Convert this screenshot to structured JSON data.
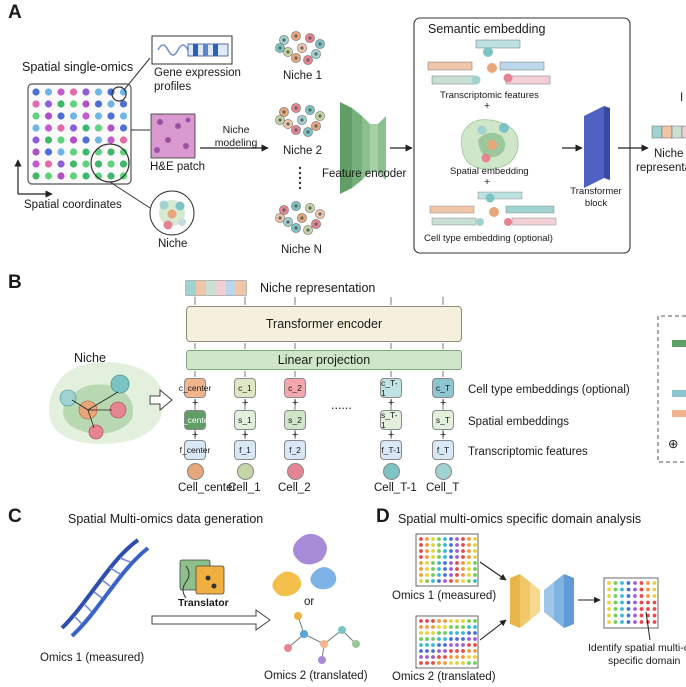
{
  "panelA": {
    "letter": "A",
    "spatial_single_omics": "Spatial single-omics",
    "gene_expression": "Gene expression",
    "profiles": "profiles",
    "he_patch": "H&E patch",
    "spatial_coordinates": "Spatial coordinates",
    "niche_label": "Niche",
    "niche_modeling_1": "Niche",
    "niche_modeling_2": "modeling",
    "niche1": "Niche 1",
    "niche2": "Niche 2",
    "nicheN": "Niche N",
    "feature_encoder": "Feature encoder",
    "semantic_embedding": "Semantic embedding",
    "transcriptomic_features": "Transcriptomic features",
    "spatial_embedding": "Spatial embedding",
    "cell_type_embedding": "Cell type embedding (optional)",
    "transformer_1": "Transformer",
    "transformer_2": "block",
    "niche_rep_1": "Niche",
    "niche_rep_2": "representa",
    "cut_letter": "I"
  },
  "panelB": {
    "letter": "B",
    "niche_representation": "Niche representation",
    "transformer_encoder": "Transformer encoder",
    "linear_projection": "Linear projection",
    "niche": "Niche",
    "dots": "......",
    "row_c": [
      "c_center",
      "c_1",
      "c_2",
      "c_T-1",
      "c_T"
    ],
    "row_s": [
      "s_center",
      "s_1",
      "s_2",
      "s_T-1",
      "s_T"
    ],
    "row_f": [
      "f_center",
      "f_1",
      "f_2",
      "f_T-1",
      "f_T"
    ],
    "cells": [
      "Cell_center",
      "Cell_1",
      "Cell_2",
      "Cell_T-1",
      "Cell_T"
    ],
    "cell_type_embeddings": "Cell type embeddings (optional)",
    "spatial_embeddings": "Spatial embeddings",
    "transcriptomic_features": "Transcriptomic features",
    "legend_plus": "⊕"
  },
  "panelC": {
    "letter": "C",
    "title": "Spatial Multi-omics data generation",
    "translator": "Translator",
    "or": "or",
    "omics1": "Omics 1 (measured)",
    "omics2": "Omics 2 (translated)"
  },
  "panelD": {
    "letter": "D",
    "title": "Spatial multi-omics specific domain analysis",
    "omics1": "Omics 1 (measured)",
    "omics2": "Omics 2 (translated)",
    "identify_1": "Identify spatial multi-om",
    "identify_2": "specific domain"
  },
  "colors": {
    "green_dark": "#5f9e66",
    "green_light": "#cfe6c9",
    "cream": "#f5efdc",
    "blue_token": "#d8e8f7",
    "orange_token": "#f2b48c",
    "teal": "#7cc3c3",
    "pink": "#e58592"
  }
}
